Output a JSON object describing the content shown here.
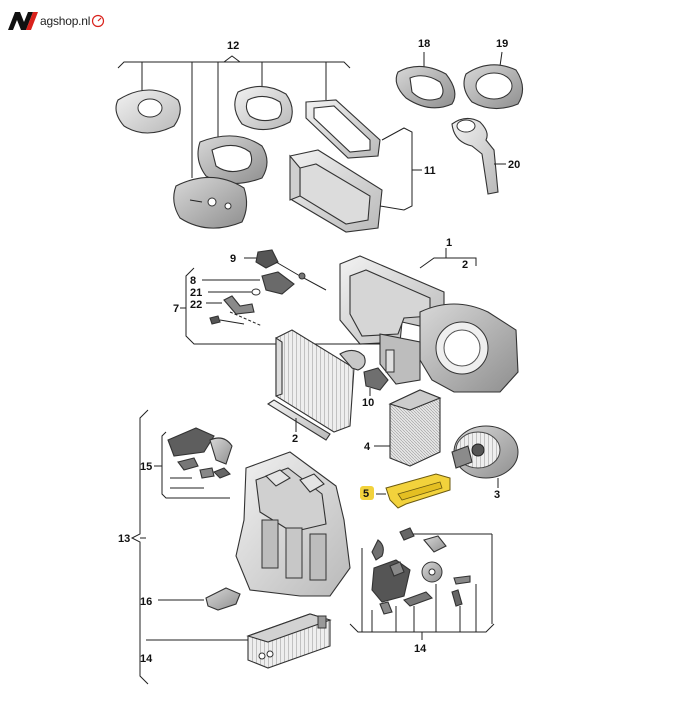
{
  "brand": {
    "name": "agshop.nl",
    "accent_color": "#d9221c",
    "logo_icon": "n-logo-icon",
    "gauge_icon": "speedometer-icon"
  },
  "callouts": [
    {
      "id": "c12",
      "text": "12"
    },
    {
      "id": "c18",
      "text": "18"
    },
    {
      "id": "c19",
      "text": "19"
    },
    {
      "id": "c20",
      "text": "20"
    },
    {
      "id": "c11",
      "text": "11"
    },
    {
      "id": "c1",
      "text": "1"
    },
    {
      "id": "c2a",
      "text": "2"
    },
    {
      "id": "c9",
      "text": "9"
    },
    {
      "id": "c8",
      "text": "8"
    },
    {
      "id": "c21",
      "text": "21"
    },
    {
      "id": "c22",
      "text": "22"
    },
    {
      "id": "c7",
      "text": "7"
    },
    {
      "id": "c10",
      "text": "10"
    },
    {
      "id": "c2b",
      "text": "2"
    },
    {
      "id": "c4",
      "text": "4"
    },
    {
      "id": "c15",
      "text": "15"
    },
    {
      "id": "c3",
      "text": "3"
    },
    {
      "id": "c5",
      "text": "5"
    },
    {
      "id": "c13",
      "text": "13"
    },
    {
      "id": "c16",
      "text": "16"
    },
    {
      "id": "c14a",
      "text": "14"
    },
    {
      "id": "c14b",
      "text": "14"
    }
  ],
  "highlight": {
    "part": "5",
    "color": "#f2d23c"
  }
}
